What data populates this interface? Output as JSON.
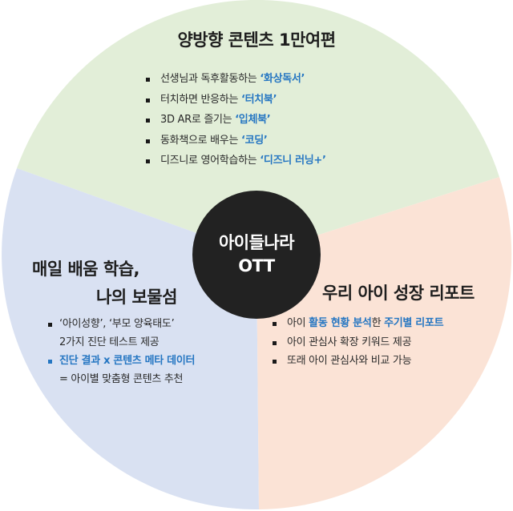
{
  "colors": {
    "segment_top": "#e2eed8",
    "segment_left": "#d9e1f2",
    "segment_right": "#fbe3d6",
    "center_circle": "#222222",
    "accent_blue": "#2576c2",
    "text": "#1e1e1e"
  },
  "center": {
    "line1": "아이들나라",
    "line2": "OTT"
  },
  "top_section": {
    "title": "양방향 콘텐츠 1만여편",
    "items": [
      {
        "prefix": "선생님과 독후활동하는 ",
        "highlight": "‘화상독서’"
      },
      {
        "prefix": "터치하면 반응하는 ",
        "highlight": "‘터치북’"
      },
      {
        "prefix": "3D AR로 즐기는 ",
        "highlight": "‘입체북’"
      },
      {
        "prefix": "동화책으로 배우는 ",
        "highlight": "‘코딩’"
      },
      {
        "prefix": "디즈니로 영어학습하는 ",
        "highlight": "‘디즈니 러닝+’"
      }
    ]
  },
  "left_section": {
    "title_line1": "매일 배움 학습,",
    "title_line2": "나의 보물섬",
    "items": [
      {
        "line1": "‘아이성향’, ‘부모 양육태도’",
        "line2": "2가지 진단 테스트 제공"
      },
      {
        "line1": "진단 결과 x 콘텐츠 메타 데이터",
        "line2": "= 아이별 맞춤형 콘텐츠 추천"
      }
    ]
  },
  "right_section": {
    "title": "우리 아이 성장 리포트",
    "items": [
      {
        "prefix": "아이 ",
        "highlight1": "활동 현황 분석",
        "middle": "한 ",
        "highlight2": "주기별 리포트"
      },
      {
        "text": "아이 관심사 확장 키워드 제공"
      },
      {
        "text": "또래 아이 관심사와 비교 가능"
      }
    ]
  }
}
